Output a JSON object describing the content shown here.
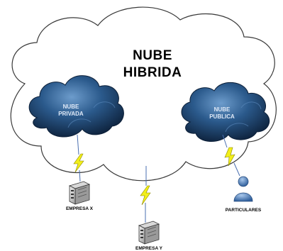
{
  "diagram": {
    "title_line1": "NUBE",
    "title_line2": "HIBRIDA",
    "private_cloud": {
      "line1": "NUBE",
      "line2": "PRIVADA",
      "color": "#1d4a7c"
    },
    "public_cloud": {
      "line1": "NUBE",
      "line2": "PUBLICA",
      "color": "#1d4a7c"
    },
    "nodes": [
      {
        "label": "EMPRESA X",
        "icon": "server-icon"
      },
      {
        "label": "EMPRESA Y",
        "icon": "server-icon"
      },
      {
        "label": "PARTICULARES",
        "icon": "user-icon"
      }
    ],
    "link_icon": "lightning-bolt-icon",
    "colors": {
      "outer_cloud_stroke": "#3a3a3a",
      "dark_cloud_fill": "#1d4a7c",
      "bolt_fill": "#f2ef1a",
      "user_fill": "#4a7fc0"
    }
  }
}
